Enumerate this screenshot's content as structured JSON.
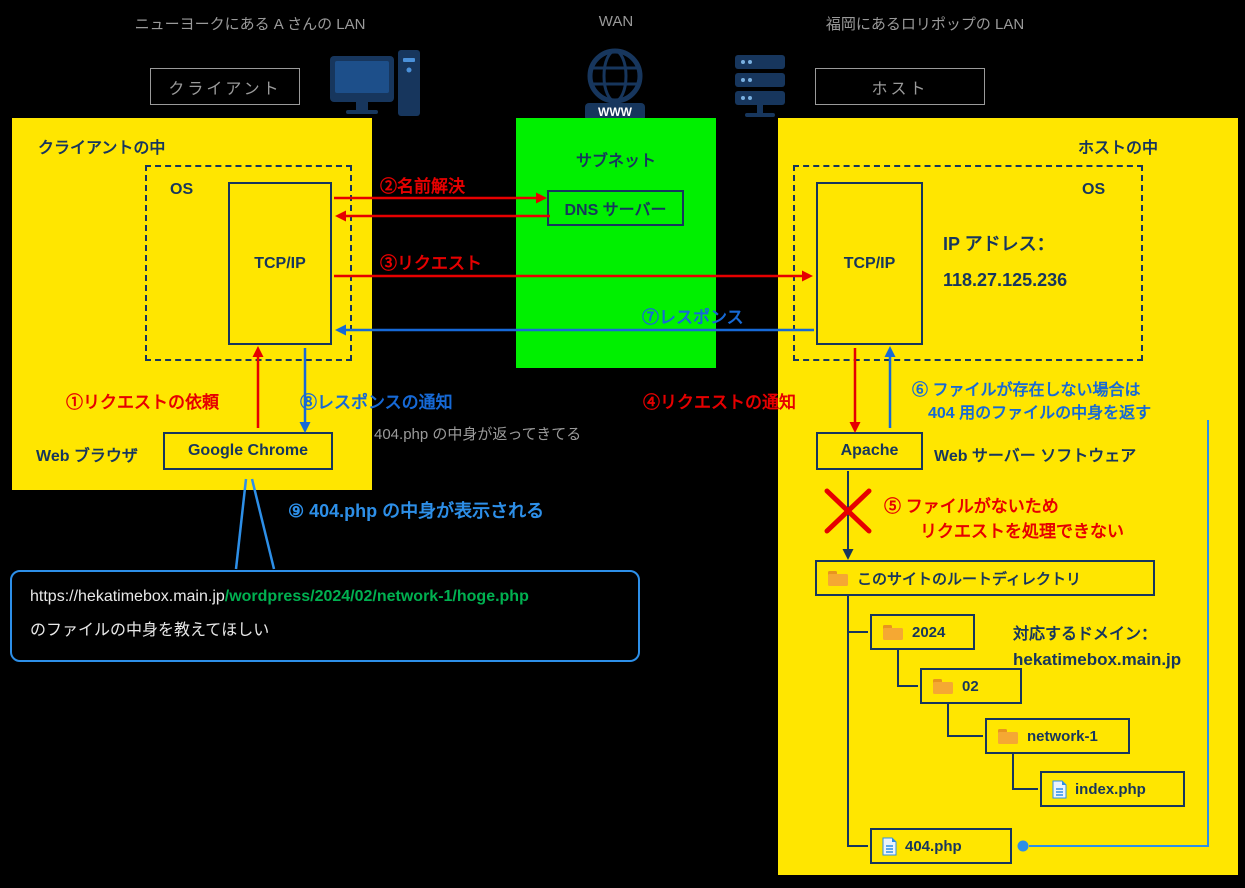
{
  "colors": {
    "yellow": "#ffe600",
    "green": "#00f000",
    "navy": "#17365d",
    "red": "#e60000",
    "blue": "#1669d6",
    "blue_bright": "#2d8fe8",
    "url_green": "#00b050"
  },
  "header": {
    "left_lan": "ニューヨークにある A さんの LAN",
    "wan": "WAN",
    "right_lan": "福岡にあるロリポップの LAN"
  },
  "client": {
    "role_label": "クライアント",
    "inside_label": "クライアントの中",
    "os_label": "OS",
    "tcpip_label": "TCP/IP",
    "browser_type_label": "Web ブラウザ",
    "browser_name": "Google Chrome"
  },
  "wan": {
    "www_badge": "WWW"
  },
  "subnet": {
    "title": "サブネット",
    "dns_label": "DNS サーバー"
  },
  "host": {
    "role_label": "ホスト",
    "inside_label": "ホストの中",
    "os_label": "OS",
    "tcpip_label": "TCP/IP",
    "ip_label": "IP アドレス：",
    "ip_value": "118.27.125.236",
    "server_name": "Apache",
    "server_type_label": "Web サーバー ソフトウェア"
  },
  "steps": {
    "s1": "①リクエストの依頼",
    "s2": "②名前解決",
    "s3": "③リクエスト",
    "s4": "④リクエストの通知",
    "s5_line1": "⑤ ファイルがないため",
    "s5_line2": "リクエストを処理できない",
    "s6_line1": "⑥ ファイルが存在しない場合は",
    "s6_line2": "404 用のファイルの中身を返す",
    "s7": "⑦レスポンス",
    "s8": "⑧レスポンスの通知",
    "s8_note": "404.php の中身が返ってきてる",
    "s9": "⑨ 404.php の中身が表示される"
  },
  "directory": {
    "root_label": "このサイトのルートディレクトリ",
    "folder_2024": "2024",
    "folder_02": "02",
    "folder_network1": "network-1",
    "file_index": "index.php",
    "file_404": "404.php",
    "domain_label": "対応するドメイン：",
    "domain_value": "hekatimebox.main.jp"
  },
  "bubble": {
    "url_host": "https://hekatimebox.main.jp",
    "url_path": "/wordpress/2024/02/network-1/hoge.php",
    "request_text": "のファイルの中身を教えてほしい"
  }
}
